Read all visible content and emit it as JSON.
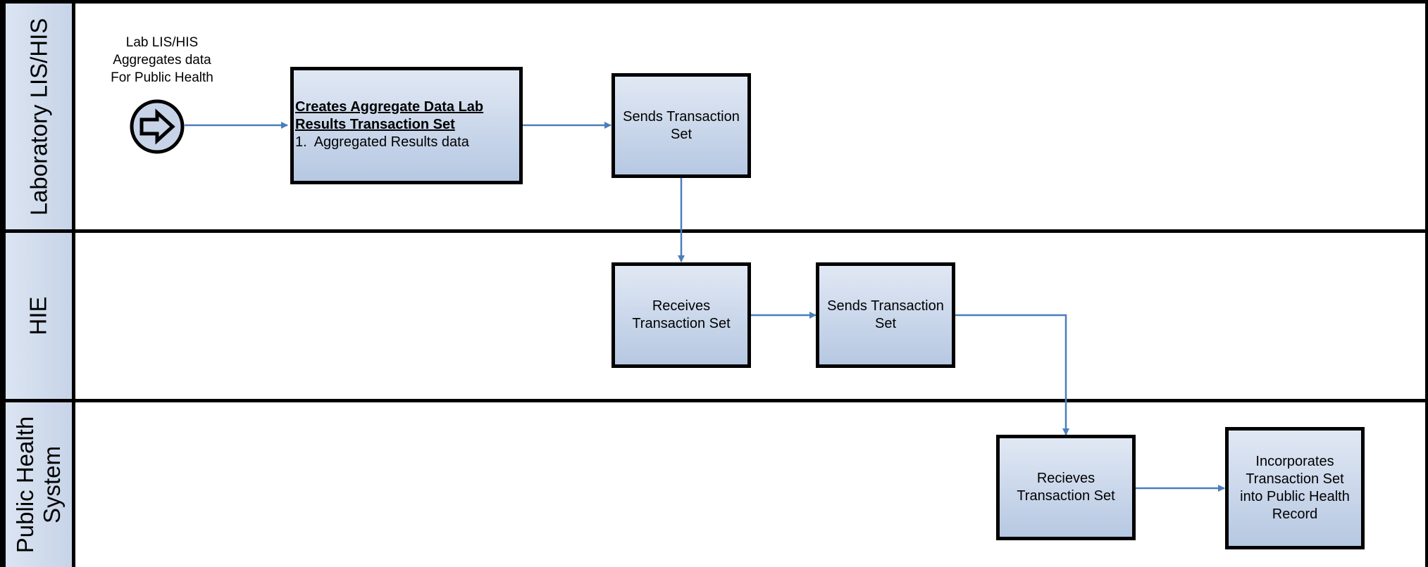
{
  "lanes": [
    {
      "title": "Laboratory LIS/HIS"
    },
    {
      "title": "HIE"
    },
    {
      "title": "Public Health\nSystem"
    }
  ],
  "start_event": {
    "label": "Lab LIS/HIS\nAggregates data\nFor Public Health",
    "icon": "arrow-right-icon"
  },
  "tasks": {
    "create_aggregate": {
      "title": "Creates Aggregate Data Lab\nResults Transaction Set",
      "item": "1.  Aggregated Results data"
    },
    "lab_sends": "Sends Transaction\nSet",
    "hie_receives": "Receives\nTransaction Set",
    "hie_sends": "Sends Transaction\nSet",
    "ph_receives": "Recieves\nTransaction Set",
    "ph_incorporates": "Incorporates\nTransaction Set\ninto Public Health\nRecord"
  },
  "colors": {
    "connector": "#4a7ebb",
    "box_fill_top": "#e1e8f4",
    "box_fill_bottom": "#b6c8e2",
    "lane_header": "#c7d4e8",
    "border": "#000000"
  }
}
